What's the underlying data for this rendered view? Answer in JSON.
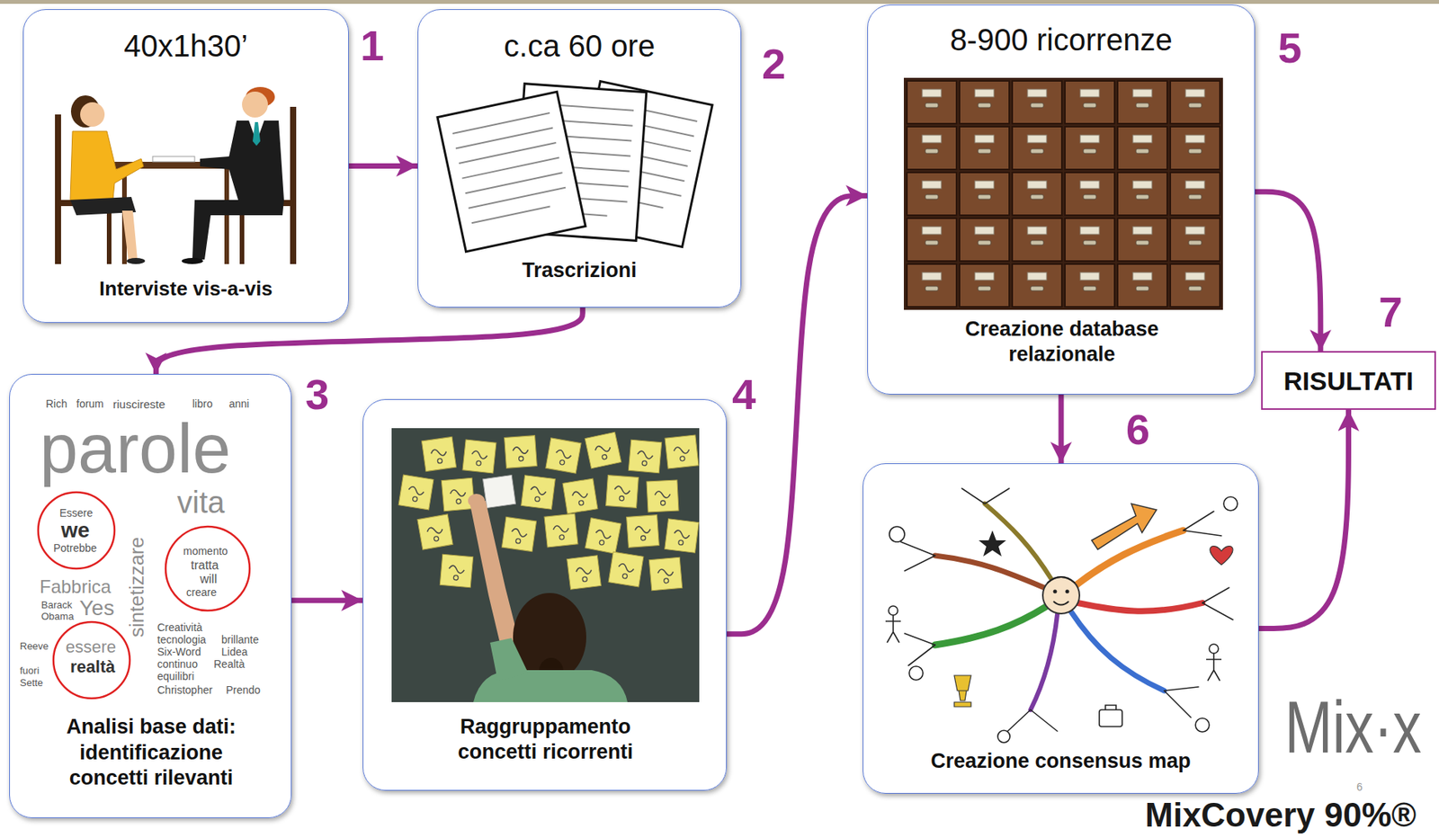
{
  "diagram": {
    "nodes": [
      {
        "text": [
          "40x1h30’",
          "Interviste vis-a-vis"
        ]
      },
      {
        "text": [
          "c.ca 60 ore",
          "Trascrizioni"
        ]
      },
      {
        "text": [
          "Analisi base dati: identificazione concetti rilevanti"
        ]
      },
      {
        "text": [
          "Raggruppamento concetti ricorrenti"
        ]
      },
      {
        "text": [
          "8-900 ricorrenze",
          "Creazione database relazionale"
        ]
      },
      {
        "text": [
          "Creazione consensus map"
        ]
      },
      {
        "text": [
          "RISULTATI"
        ]
      }
    ],
    "edges": [
      {
        "from": 0,
        "to": 1,
        "arrow": "to"
      },
      {
        "from": 1,
        "to": 2,
        "arrow": "to"
      },
      {
        "from": 2,
        "to": 3,
        "arrow": "to"
      },
      {
        "from": 3,
        "to": 4,
        "arrow": "to"
      },
      {
        "from": 4,
        "to": 6,
        "arrow": "to"
      },
      {
        "from": 4,
        "to": 5,
        "arrow": "to"
      },
      {
        "from": 5,
        "to": 6,
        "arrow": "to"
      }
    ],
    "labels": [
      "1",
      "2",
      "3",
      "4",
      "5",
      "6",
      "7",
      "Rich",
      "forum",
      "riuscireste",
      "libro",
      "anni",
      "parole",
      "vita",
      "Essere",
      "we",
      "Potrebbe",
      "momento",
      "tratta",
      "will",
      "creare",
      "sintetizzare",
      "Fabbrica",
      "Barack",
      "Obama",
      "Yes",
      "Reeve",
      "essere",
      "realtà",
      "fuori",
      "Sette",
      "Creatività",
      "tecnologia",
      "brillante",
      "Six-Word",
      "Lidea",
      "continuo",
      "Realtà",
      "equilibri",
      "Christopher",
      "Prendo",
      "Mix·x",
      "6",
      "MixCovery 90%®"
    ]
  }
}
